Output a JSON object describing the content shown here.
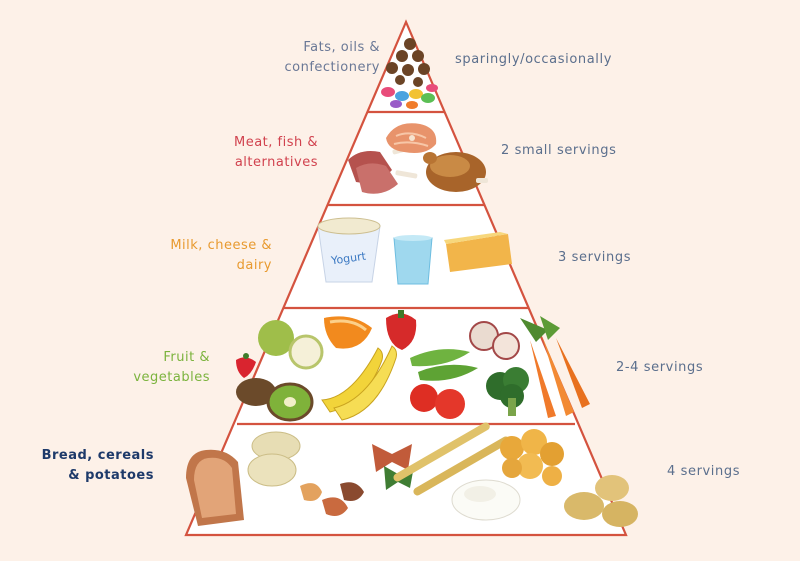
{
  "tiers": [
    {
      "label": "Fats, oils &\nconfectionery",
      "servings": "sparingly/occasionally",
      "color": "#6a7896",
      "foods": [
        "chocolate-icon",
        "sweets-icon"
      ]
    },
    {
      "label": "Meat, fish &\nalternatives",
      "servings": "2 small servings",
      "color": "#d1424e",
      "foods": [
        "lamb-chops-icon",
        "salmon-steak-icon",
        "roast-chicken-icon"
      ]
    },
    {
      "label": "Milk, cheese &\ndairy",
      "servings": "3 servings",
      "color": "#e89a2f",
      "foods": [
        "yogurt-pot-icon",
        "milk-glass-icon",
        "cheese-wedge-icon"
      ]
    },
    {
      "label": "Fruit &\nvegetables",
      "servings": "2-4 servings",
      "color": "#7bb33d",
      "foods": [
        "apple-icon",
        "orange-icon",
        "pepper-icon",
        "onion-icon",
        "carrots-icon",
        "strawberry-icon",
        "kiwi-icon",
        "banana-icon",
        "peas-icon",
        "tomato-icon",
        "broccoli-icon"
      ]
    },
    {
      "label": "Bread, cereals\n& potatoes",
      "servings": "4 servings",
      "color": "#1e3a6a",
      "foods": [
        "bread-slice-icon",
        "rice-cakes-icon",
        "pasta-icon",
        "breadsticks-icon",
        "rice-icon",
        "cornflakes-icon",
        "potatoes-icon"
      ]
    }
  ],
  "colors": {
    "background": "#fdf1e8",
    "outline": "#d4533f",
    "fill": "#ffffff"
  }
}
